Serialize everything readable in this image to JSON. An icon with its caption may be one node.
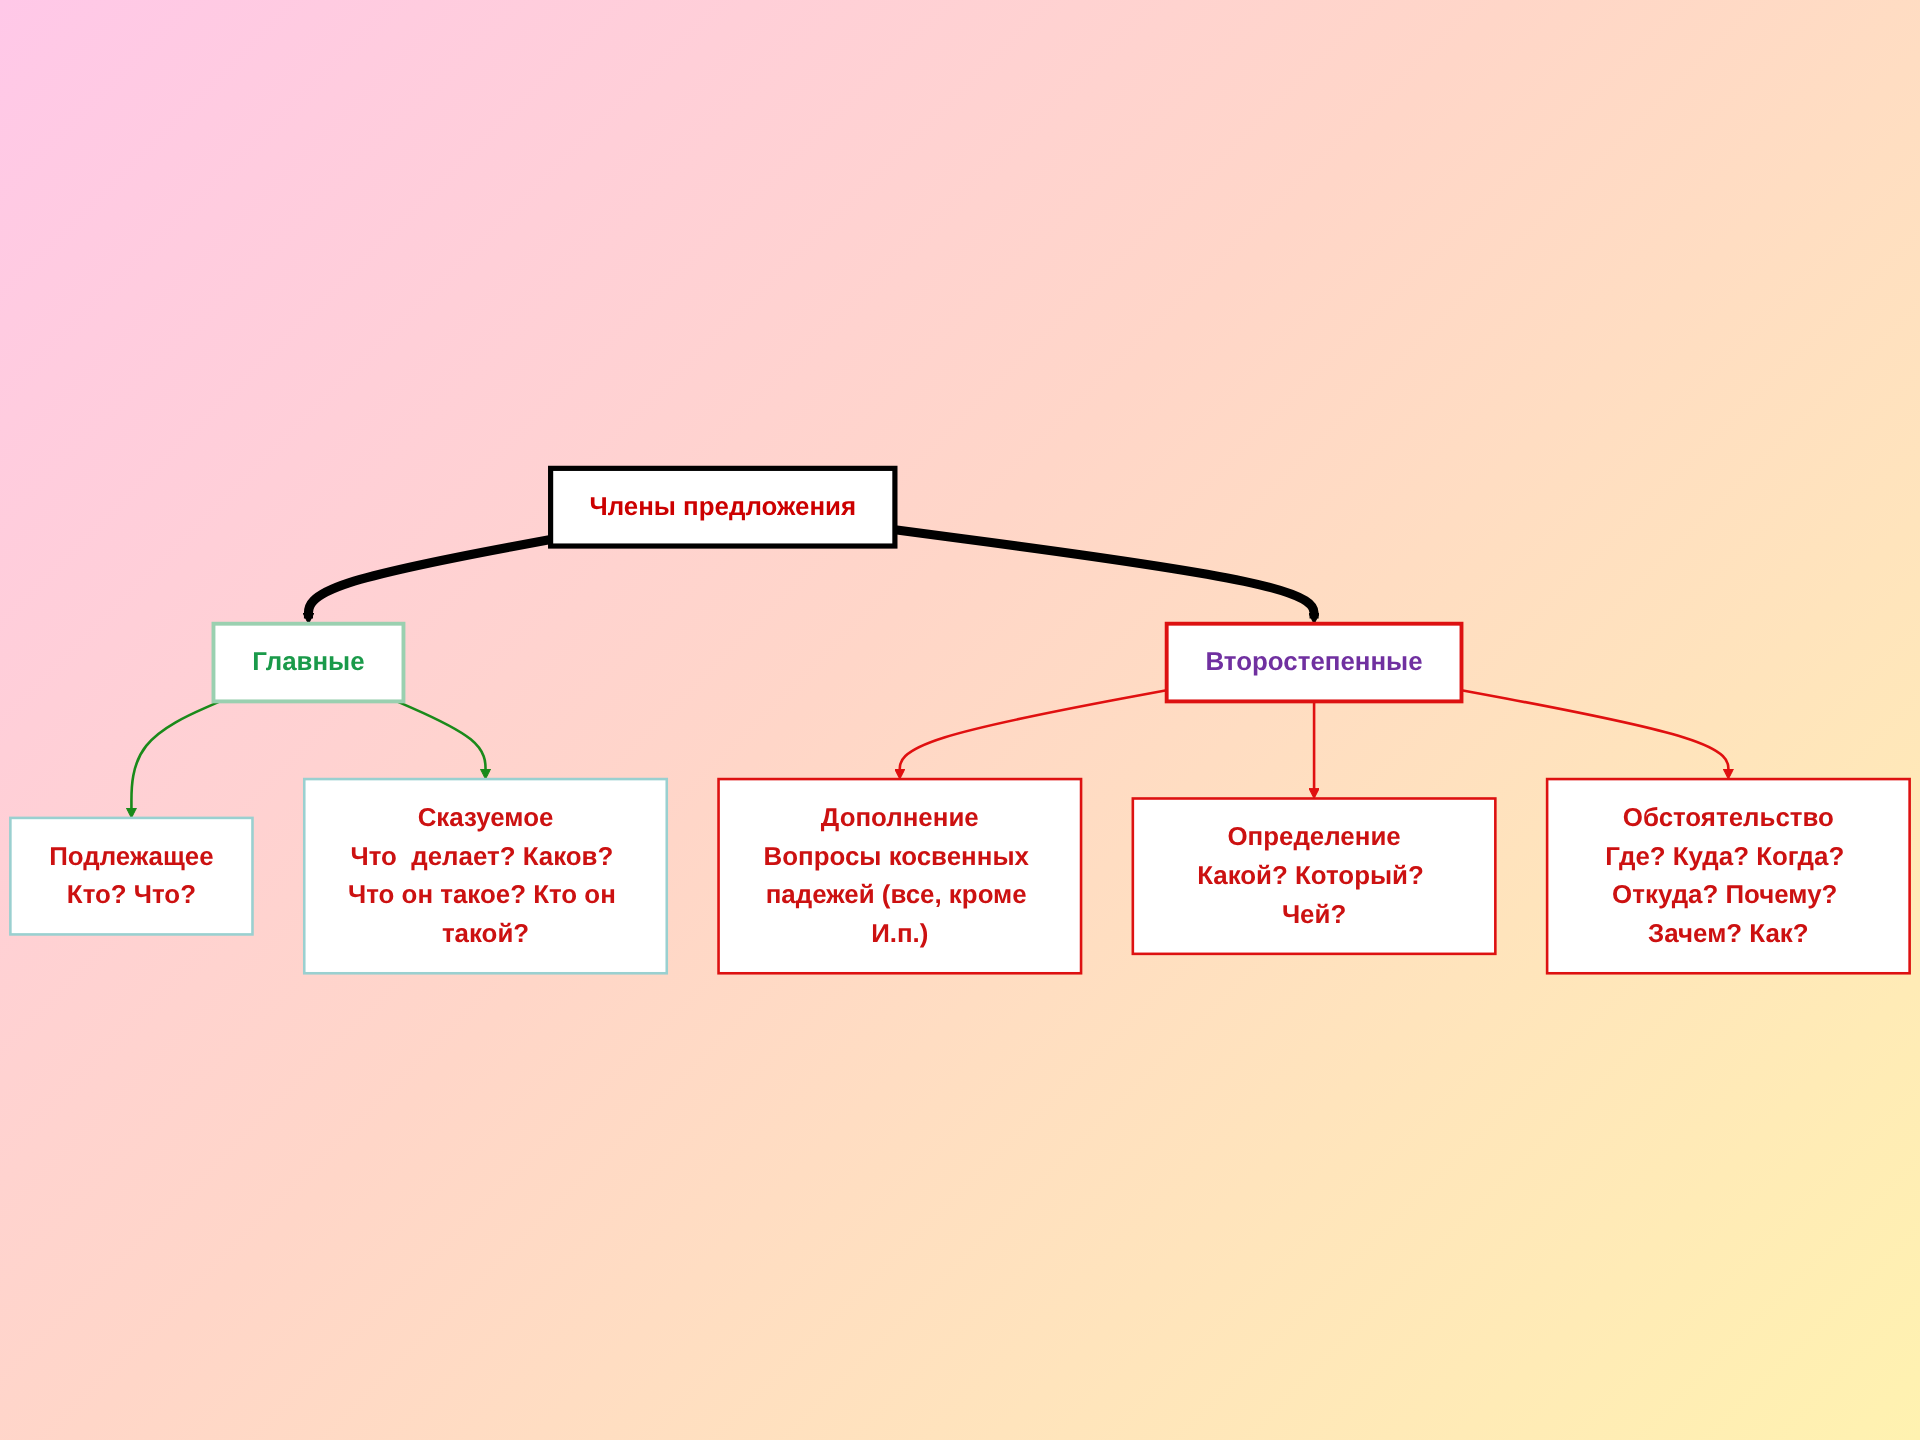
{
  "diagram": {
    "nodes": [
      {
        "text": [
          "Члены предложения"
        ]
      },
      {
        "text": [
          "Главные"
        ]
      },
      {
        "text": [
          "Второстепенные"
        ]
      },
      {
        "text": [
          "Подлежащее",
          "Кто? Что?"
        ]
      },
      {
        "text": [
          "Сказуемое",
          "Что  делает? Каков? Что он такое? Кто он такой?"
        ]
      },
      {
        "text": [
          "Дополнение",
          "Вопросы косвенных падежей (все, кроме И.п.)"
        ]
      },
      {
        "text": [
          "Определение",
          "Какой? Который? Чей?"
        ]
      },
      {
        "text": [
          "Обстоятельство",
          "Где? Куда? Когда? Откуда? Почему? Зачем? Как?"
        ]
      }
    ],
    "edges": [
      {
        "from": 0,
        "to": 1,
        "arrow": "to",
        "style": "thick",
        "color": "#000000"
      },
      {
        "from": 0,
        "to": 2,
        "arrow": "to",
        "style": "thick",
        "color": "#000000"
      },
      {
        "from": 1,
        "to": 3,
        "arrow": "to",
        "color": "#1a8a1a"
      },
      {
        "from": 1,
        "to": 4,
        "arrow": "to",
        "color": "#1a8a1a"
      },
      {
        "from": 2,
        "to": 5,
        "arrow": "to"
      },
      {
        "from": 2,
        "to": 6,
        "arrow": "to"
      },
      {
        "from": 2,
        "to": 7,
        "arrow": "to"
      }
    ]
  }
}
